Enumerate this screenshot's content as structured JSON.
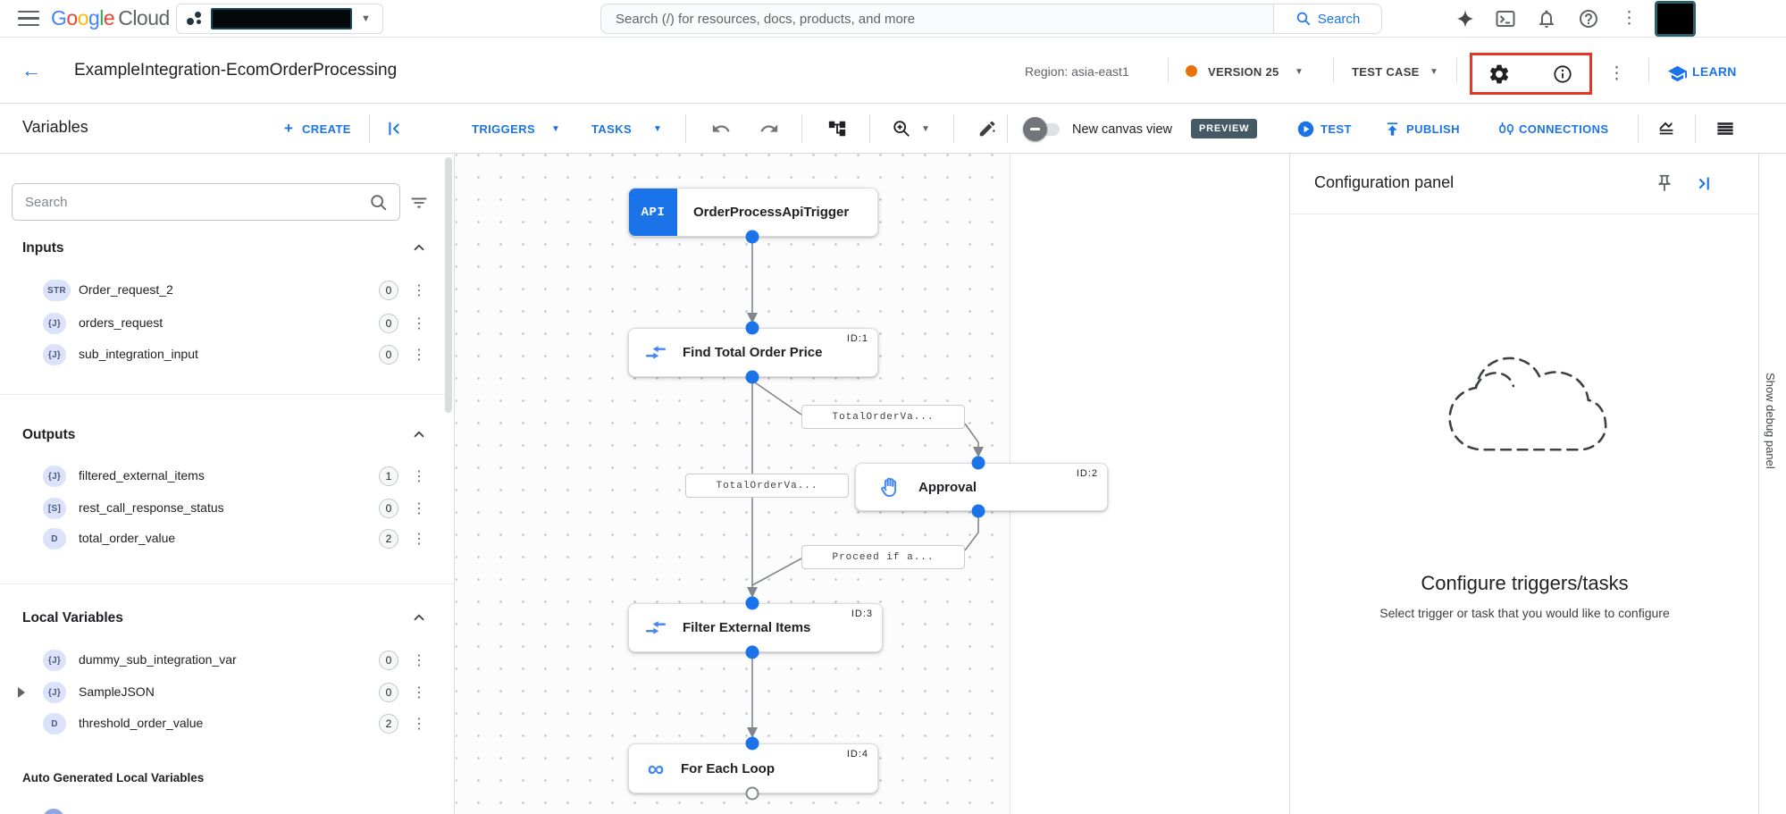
{
  "topbar": {
    "logo": {
      "g1": "G",
      "o1": "o",
      "o2": "o",
      "g2": "g",
      "l1": "l",
      "e1": "e",
      "cloud": "Cloud"
    },
    "search_placeholder": "Search (/) for resources, docs, products, and more",
    "search_button": "Search"
  },
  "titlebar": {
    "title": "ExampleIntegration-EcomOrderProcessing",
    "region": "Region: asia-east1",
    "version": "VERSION 25",
    "test_case": "TEST CASE",
    "learn": "LEARN"
  },
  "toolbar": {
    "panel_title": "Variables",
    "create": "CREATE",
    "triggers": "TRIGGERS",
    "tasks": "TASKS",
    "canvas_toggle_label": "New canvas view",
    "preview_badge": "PREVIEW",
    "test": "TEST",
    "publish": "PUBLISH",
    "connections": "CONNECTIONS"
  },
  "sidebar": {
    "search_placeholder": "Search",
    "sections": [
      {
        "title": "Inputs",
        "items": [
          {
            "type": "STR",
            "name": "Order_request_2",
            "count": "0"
          },
          {
            "type": "{J}",
            "name": "orders_request",
            "count": "0"
          },
          {
            "type": "{J}",
            "name": "sub_integration_input",
            "count": "0"
          }
        ]
      },
      {
        "title": "Outputs",
        "items": [
          {
            "type": "{J}",
            "name": "filtered_external_items",
            "count": "1"
          },
          {
            "type": "[S]",
            "name": "rest_call_response_status",
            "count": "0"
          },
          {
            "type": "D",
            "name": "total_order_value",
            "count": "2"
          }
        ]
      },
      {
        "title": "Local Variables",
        "items": [
          {
            "type": "{J}",
            "name": "dummy_sub_integration_var",
            "count": "0"
          },
          {
            "type": "{J}",
            "name": "SampleJSON",
            "count": "0"
          },
          {
            "type": "D",
            "name": "threshold_order_value",
            "count": "2"
          }
        ]
      }
    ],
    "auto_generated_title": "Auto Generated Local Variables"
  },
  "canvas": {
    "nodes": [
      {
        "label": "OrderProcessApiTrigger",
        "icon_text": "API"
      },
      {
        "id": "ID:1",
        "label": "Find Total Order Price"
      },
      {
        "id": "ID:2",
        "label": "Approval"
      },
      {
        "id": "ID:3",
        "label": "Filter External Items"
      },
      {
        "id": "ID:4",
        "label": "For Each Loop",
        "icon_glyph": "∞"
      }
    ],
    "edge_labels": [
      "TotalOrderVa...",
      "TotalOrderVa...",
      "Proceed if a..."
    ]
  },
  "config_panel": {
    "title": "Configuration panel",
    "empty_heading": "Configure triggers/tasks",
    "empty_subtext": "Select trigger or task that you would like to configure"
  },
  "debug_strip": {
    "label": "Show debug panel"
  },
  "colors": {
    "accent": "#1a73e8",
    "highlight_red": "#ea3323",
    "version_dot": "#e8710a",
    "preview_bg": "#455a64"
  }
}
